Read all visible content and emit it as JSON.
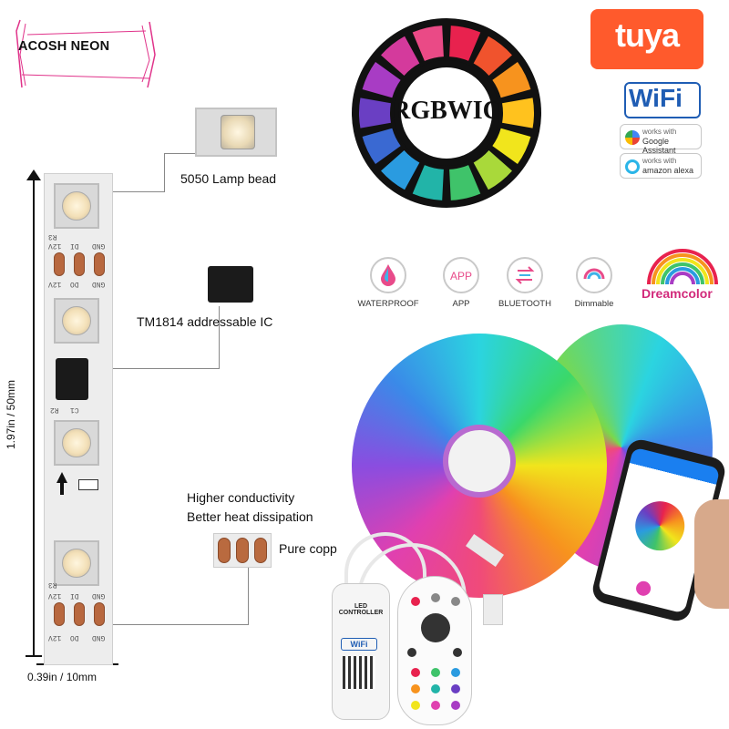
{
  "brand": {
    "logo_text": "ACOSH NEON"
  },
  "dimensions": {
    "height_label": "1.97in / 50mm",
    "width_label": "0.39in / 10mm"
  },
  "callouts": {
    "lamp_bead": "5050 Lamp bead",
    "ic": "TM1814 addressable IC",
    "conductivity_1": "Higher conductivity",
    "conductivity_2": "Better heat dissipation",
    "pure_copper": "Pure copp"
  },
  "strip_marks": {
    "pad_top": "12V",
    "pad_mid": "DO",
    "pad_gnd": "GND",
    "pad_di": "DI",
    "pad_r": "R3",
    "pad_c": "C1",
    "pad_r2": "R2"
  },
  "color_wheel": {
    "label": "RGBWIC",
    "segments": [
      "#e8224e",
      "#f0532d",
      "#f7931e",
      "#ffc21e",
      "#f1e51c",
      "#a9d93a",
      "#3fc36a",
      "#22b4a8",
      "#2a9be0",
      "#3a69d2",
      "#6a3fc3",
      "#a83cc4",
      "#d43a9c",
      "#ea4a86"
    ]
  },
  "badges": {
    "tuya": "tuya",
    "wifi": "WiFi",
    "google_t1": "works with",
    "google_t2": "Google Assistant",
    "alexa_t1": "works with",
    "alexa_t2": "amazon alexa"
  },
  "features": [
    {
      "icon": "waterproof-icon",
      "label": "WATERPROOF"
    },
    {
      "icon": "app-icon",
      "label": "APP",
      "glyph": "APP"
    },
    {
      "icon": "bluetooth-icon",
      "label": "BLUETOOTH"
    },
    {
      "icon": "dimmable-icon",
      "label": "Dimmable"
    }
  ],
  "dreamcolor": "Dreamcolor",
  "controller": {
    "title": "LED CONTROLLER",
    "wifi": "WiFi"
  },
  "colors": {
    "accent": "#ff5a2c",
    "wifi_blue": "#1f5db4",
    "copper": "#b8683f"
  }
}
